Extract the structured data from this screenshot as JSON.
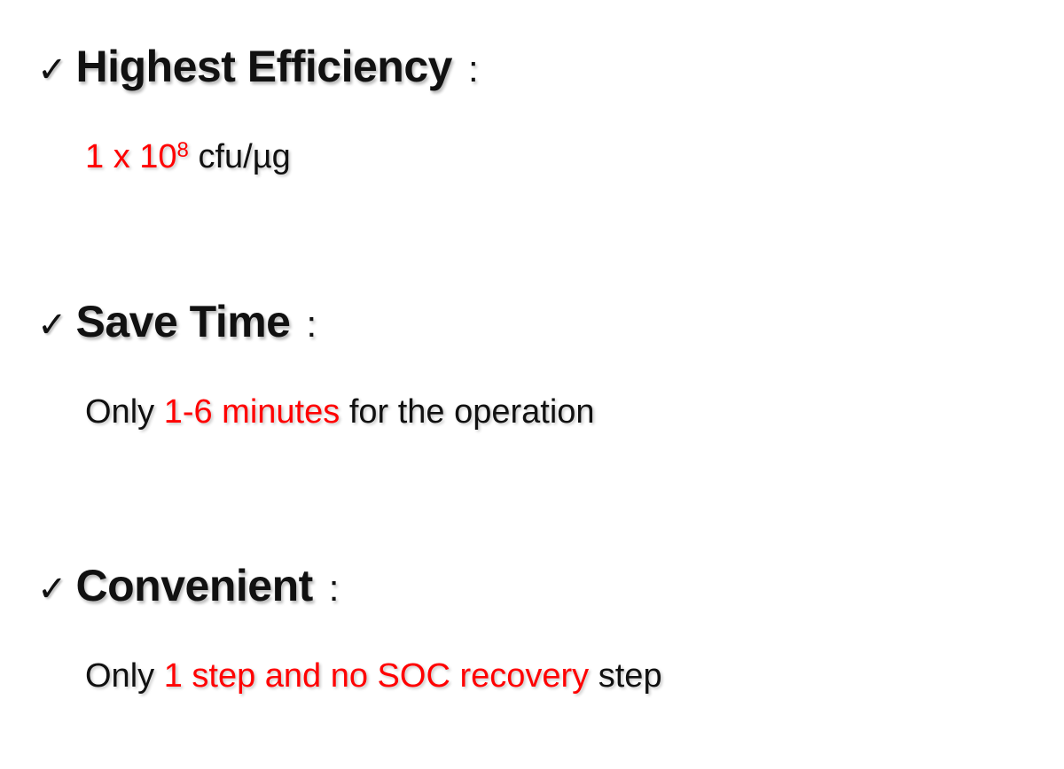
{
  "features": [
    {
      "check_icon": "✓",
      "title": "Highest Efficiency",
      "colon": ":",
      "detail": {
        "value_base": "1 x 10",
        "value_exponent": "8",
        "unit": "cfu/µg"
      }
    },
    {
      "check_icon": "✓",
      "title": "Save Time",
      "colon": ":",
      "detail": {
        "prefix": "Only",
        "highlight": "1-6 minutes",
        "suffix": "for the operation"
      }
    },
    {
      "check_icon": "✓",
      "title": "Convenient",
      "colon": ":",
      "detail": {
        "prefix": "Only",
        "highlight": "1 step and no SOC recovery",
        "suffix": "step"
      }
    }
  ],
  "colors": {
    "highlight": "#ff0000",
    "text": "#111111",
    "background": "#ffffff"
  },
  "icons": [
    "checkmark-icon",
    "checkmark-icon",
    "checkmark-icon"
  ]
}
